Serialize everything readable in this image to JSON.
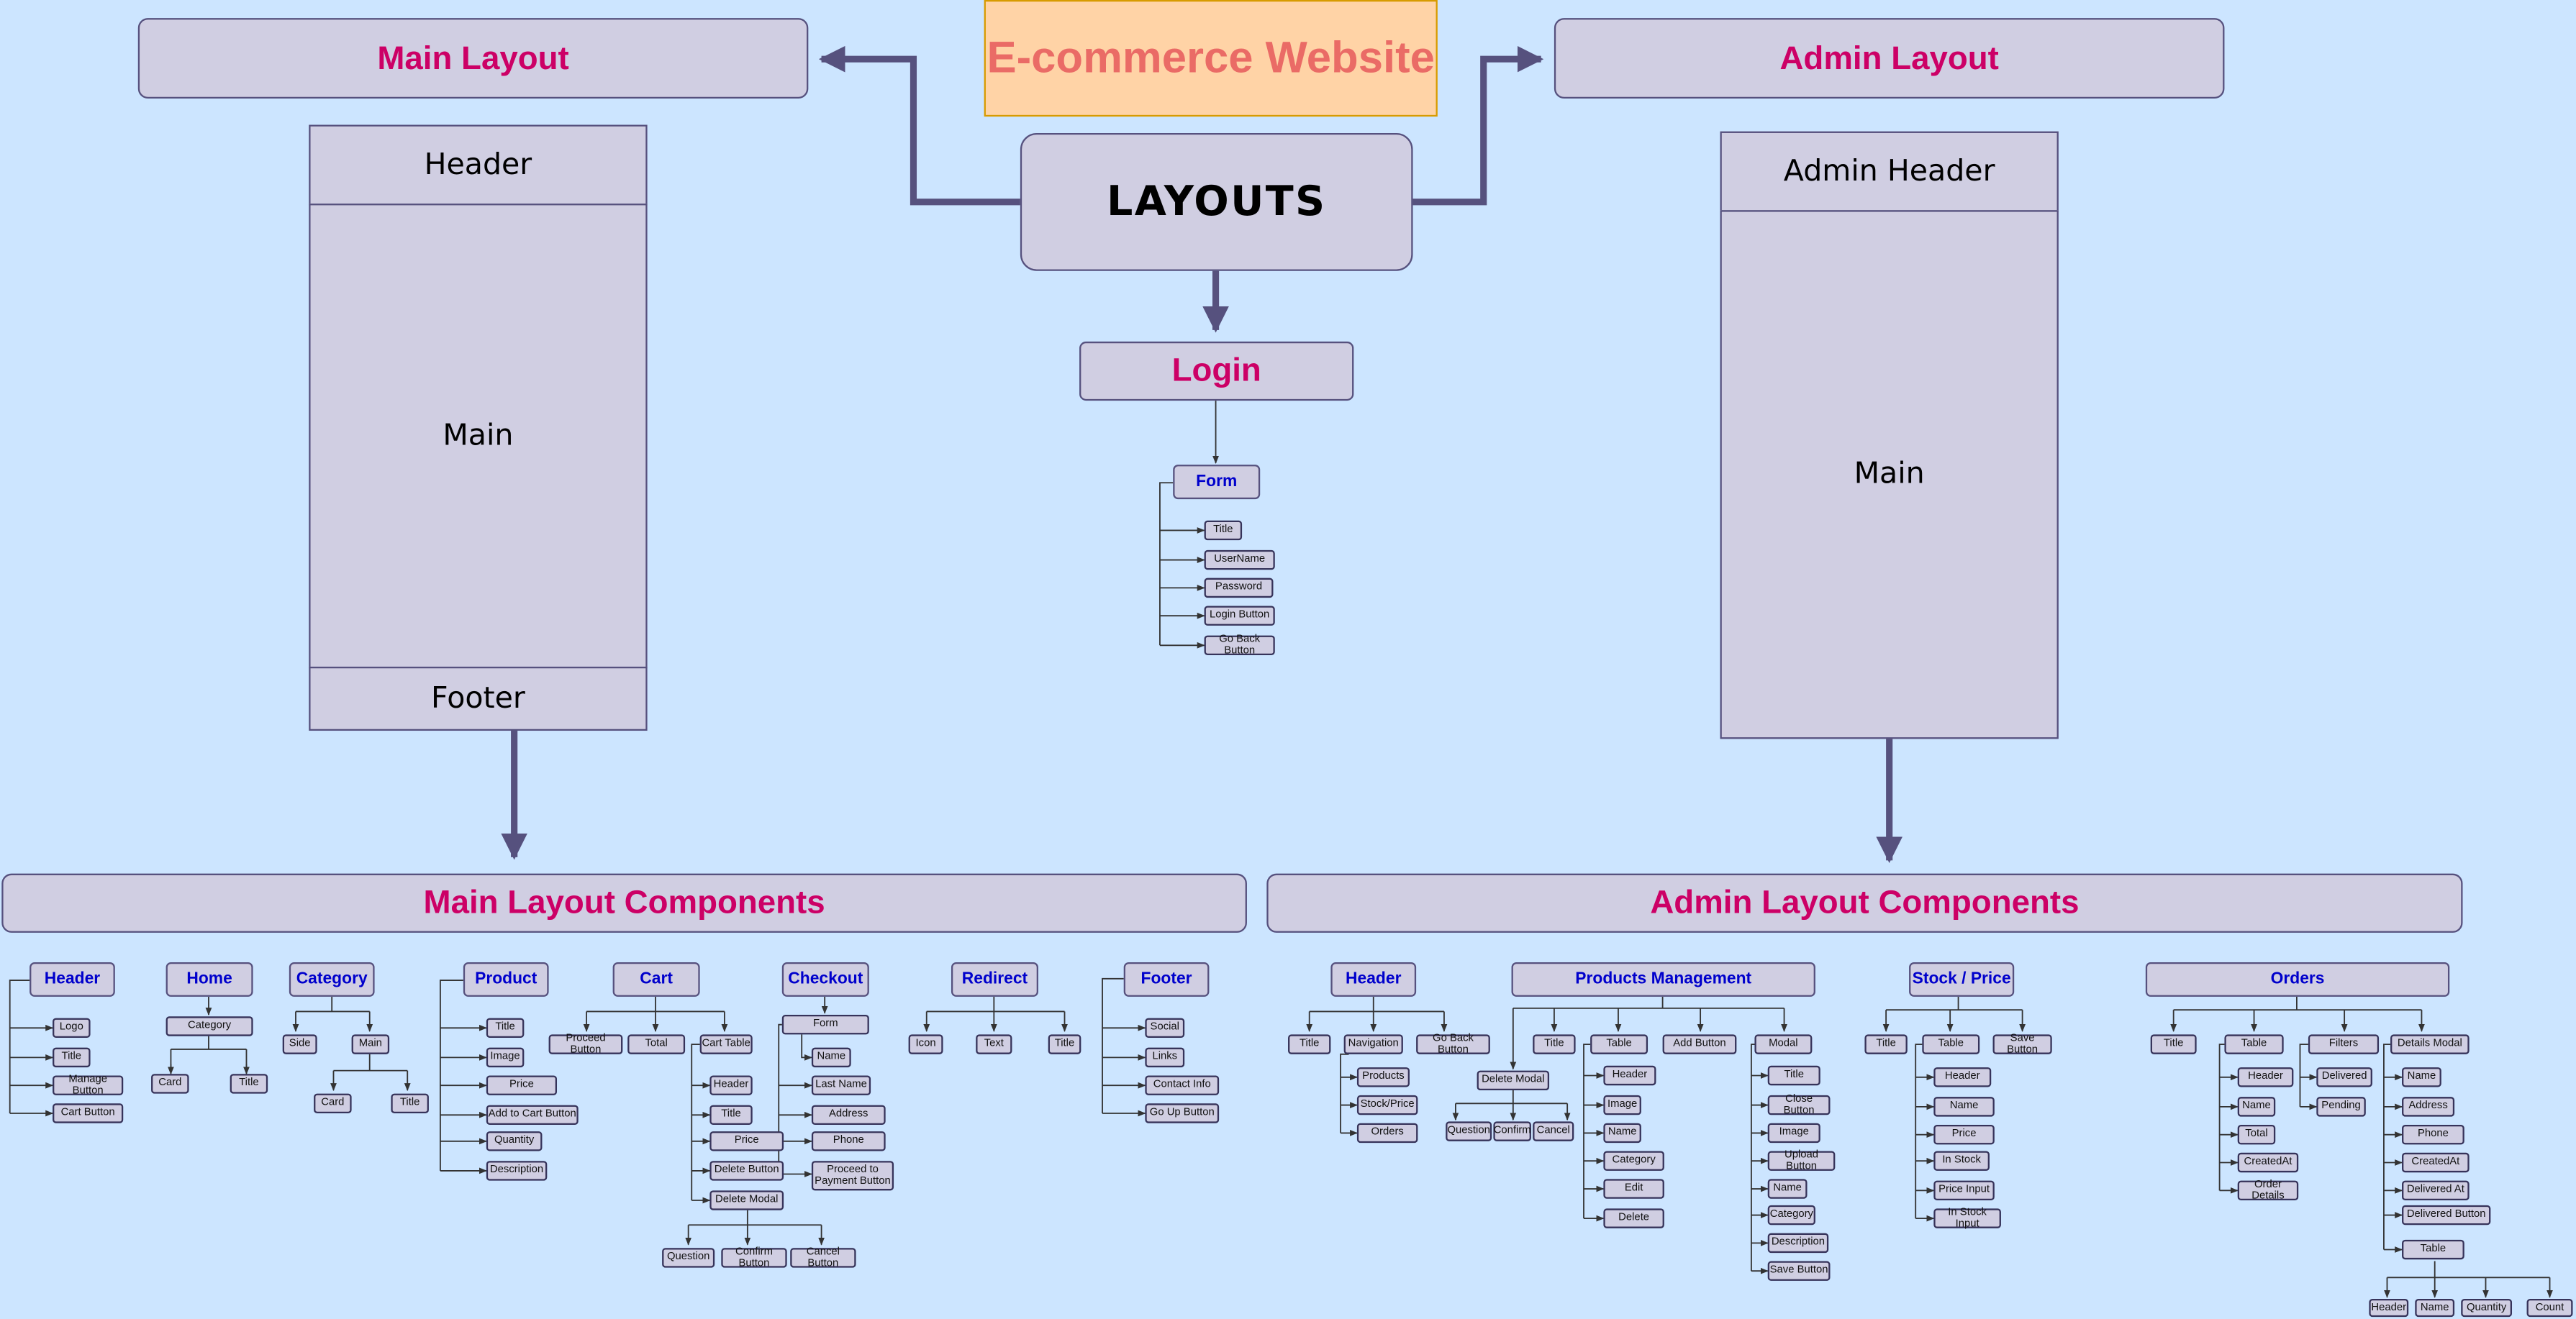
{
  "title": "E-commerce Website",
  "layouts": "LAYOUTS",
  "main_layout": "Main Layout",
  "admin_layout": "Admin Layout",
  "login": "Login",
  "main_frame": {
    "header": "Header",
    "main": "Main",
    "footer": "Footer"
  },
  "admin_frame": {
    "header": "Admin Header",
    "main": "Main"
  },
  "main_components": "Main Layout Components",
  "admin_components": "Admin Layout Components",
  "colors": {
    "background": "#cce5ff",
    "box_fill": "#d0cee2",
    "box_border": "#56517e",
    "heading": "#cc0066",
    "component_heading": "#0000cc",
    "title_fill": "#ffd3a6",
    "title_border": "#d79b00",
    "title_text": "#ea6b66"
  },
  "nodes": {
    "lf_form": "Form",
    "lf_title": "Title",
    "lf_user": "UserName",
    "lf_pass": "Password",
    "lf_btn": "Login Button",
    "lf_back": "Go Back Button",
    "m_header": "Header",
    "m_logo": "Logo",
    "m_htitle": "Title",
    "m_manage": "Manage Button",
    "m_cartbtn": "Cart Button",
    "m_home": "Home",
    "m_hcat": "Category",
    "m_hcard": "Card",
    "m_htitle2": "Title",
    "m_category": "Category",
    "m_cside": "Side",
    "m_cmain": "Main",
    "m_ccard": "Card",
    "m_ctitle": "Title",
    "m_product": "Product",
    "m_ptitle": "Title",
    "m_pimage": "Image",
    "m_pprice": "Price",
    "m_padd": "Add to Cart Button",
    "m_pqty": "Quantity",
    "m_pdesc": "Description",
    "m_cart": "Cart",
    "m_proceed": "Proceed Button",
    "m_total": "Total",
    "m_carttable": "Cart Table",
    "m_ctheader": "Header",
    "m_cttitle": "Title",
    "m_ctprice": "Price",
    "m_ctdel": "Delete Button",
    "m_ctmodal": "Delete Modal",
    "m_question": "Question",
    "m_confirm": "Confirm Button",
    "m_cancel": "Cancel Button",
    "m_checkout": "Checkout",
    "m_coform": "Form",
    "m_coname": "Name",
    "m_colast": "Last Name",
    "m_coaddr": "Address",
    "m_cophone": "Phone",
    "m_copay": "Proceed to Payment Button",
    "m_redirect": "Redirect",
    "m_ricon": "Icon",
    "m_rtext": "Text",
    "m_rtitle": "Title",
    "m_footer": "Footer",
    "m_fsocial": "Social",
    "m_flinks": "Links",
    "m_fcontact": "Contact Info",
    "m_fup": "Go Up Button",
    "a_header": "Header",
    "a_htitle": "Title",
    "a_nav": "Navigation",
    "a_back": "Go Back Button",
    "a_nprod": "Products",
    "a_nstock": "Stock/Price",
    "a_norders": "Orders",
    "a_pm": "Products Management",
    "a_pmtitle": "Title",
    "a_pmtable": "Table",
    "a_pmadd": "Add Button",
    "a_pmmodal": "Modal",
    "a_delmodal": "Delete Modal",
    "a_q": "Question",
    "a_conf": "Confirm",
    "a_canc": "Cancel",
    "a_theader": "Header",
    "a_timage": "Image",
    "a_tname": "Name",
    "a_tcat": "Category",
    "a_tedit": "Edit",
    "a_tdel": "Delete",
    "a_mtitle": "Title",
    "a_mclose": "Close Button",
    "a_mimage": "Image",
    "a_mupload": "Upload Button",
    "a_mname": "Name",
    "a_mcat": "Category",
    "a_mdesc": "Description",
    "a_msave": "Save Button",
    "a_sp": "Stock / Price",
    "a_sptitle": "Title",
    "a_sptable": "Table",
    "a_spsave": "Save Button",
    "a_spheader": "Header",
    "a_spname": "Name",
    "a_spprice": "Price",
    "a_spstock": "In Stock",
    "a_sppin": "Price Input",
    "a_spsin": "In Stock Input",
    "a_orders": "Orders",
    "a_otitle": "Title",
    "a_otable": "Table",
    "a_ofilters": "Filters",
    "a_odm": "Details Modal",
    "a_oheader": "Header",
    "a_oname": "Name",
    "a_ototal": "Total",
    "a_ocreated": "CreatedAt",
    "a_odetails": "Order Details",
    "a_fdel": "Delivered",
    "a_fpend": "Pending",
    "a_dname": "Name",
    "a_daddr": "Address",
    "a_dphone": "Phone",
    "a_dcreated": "CreatedAt",
    "a_ddelat": "Delivered At",
    "a_ddelbtn": "Delivered Button",
    "a_dtable": "Table",
    "a_dth": "Header",
    "a_dtn": "Name",
    "a_dtq": "Quantity",
    "a_dtc": "Count"
  }
}
